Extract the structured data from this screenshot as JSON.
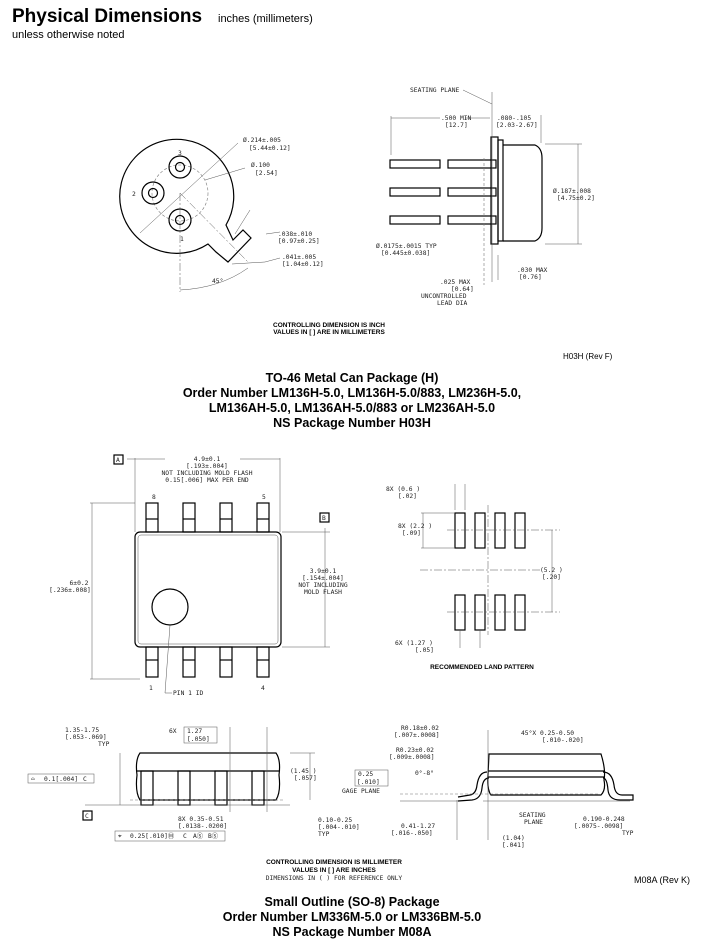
{
  "header": {
    "title": "Physical Dimensions",
    "units": "inches (millimeters)",
    "note": "unless otherwise noted"
  },
  "to46": {
    "pins": [
      "1",
      "2",
      "3"
    ],
    "dims": {
      "body_dia": [
        "Ø.214±.005",
        "[5.44±0.12]"
      ],
      "pin_circle": [
        "Ø.100",
        "[2.54]"
      ],
      "tab_width": [
        ".038±.010",
        "[0.97±0.25]"
      ],
      "tab_length": [
        ".041±.005",
        "[1.04±0.12]"
      ],
      "angle": "45°",
      "seating_plane": "SEATING PLANE",
      "lead_len": [
        ".500 MIN",
        "[12.7]"
      ],
      "height": [
        ".080-.105",
        "[2.03-2.67]"
      ],
      "can_dia": [
        "Ø.187±.008",
        "[4.75±0.2]"
      ],
      "lead_dia": [
        "Ø.0175±.0015  TYP",
        "[0.445±0.038]"
      ],
      "uncontrolled": [
        ".025 MAX",
        "[0.64]",
        "UNCONTROLLED",
        "LEAD DIA"
      ],
      "flange": [
        ".030 MAX",
        "[0.76]"
      ]
    },
    "controlling": [
      "CONTROLLING DIMENSION IS INCH",
      "VALUES IN [ ] ARE IN MILLIMETERS"
    ],
    "rev": "H03H (Rev F)",
    "caption": [
      "TO-46 Metal Can Package (H)",
      "Order Number LM136H-5.0, LM136H-5.0/883, LM236H-5.0,",
      "LM136AH-5.0, LM136AH-5.0/883 or LM236AH-5.0",
      "NS Package Number H03H"
    ]
  },
  "so8": {
    "datum_a": "A",
    "datum_b": "B",
    "datum_c": "C",
    "pins": [
      "8",
      "5",
      "1",
      "4"
    ],
    "pin1": "PIN 1 ID",
    "length": [
      "4.9±0.1",
      "[.193±.004]",
      "NOT INCLUDING MOLD FLASH",
      "0.15[.006] MAX PER END"
    ],
    "width": [
      "3.9±0.1",
      "[.154±.004]",
      "NOT INCLUDING",
      "MOLD FLASH"
    ],
    "overall": [
      "6±0.2",
      "[.236±.008]"
    ],
    "land": {
      "pad_w": [
        "8X (0.6  )",
        "[.02]"
      ],
      "pad_l": [
        "8X (2.2  )",
        "[.09]"
      ],
      "span": [
        "(5.2  )",
        "[.20]"
      ],
      "pitch": [
        "6X (1.27 )",
        "[.05]"
      ],
      "title": "RECOMMENDED LAND PATTERN"
    },
    "side": {
      "height": [
        "1.35-1.75",
        "[.053-.069]",
        "TYP"
      ],
      "pitch_label": "6X",
      "pitch": [
        "1.27",
        "[.050]"
      ],
      "coplanarity": [
        "0.1[.004]",
        "C"
      ],
      "body_h": [
        "(1.45  )",
        "[.057]"
      ],
      "standoff": [
        "0.10-0.25",
        "[.004-.010]",
        "TYP"
      ],
      "lead_w": [
        "8X 0.35-0.51",
        "[.0138-.0200]"
      ],
      "position": [
        "0.25[.010]Ⓜ",
        "C",
        "AⓈ",
        "BⓈ"
      ]
    },
    "gull": {
      "r1": [
        "R0.18±0.02",
        "[.007±.0008]"
      ],
      "r2": [
        "R0.23±0.02",
        "[.009±.0008]"
      ],
      "chamfer": [
        "45°X 0.25-0.50",
        "[.010-.020]"
      ],
      "gage": [
        "0.25",
        "[.010]",
        "GAGE PLANE"
      ],
      "angle": "0°-8°",
      "seating": [
        "SEATING",
        "PLANE"
      ],
      "foot": [
        "0.41-1.27",
        "[.016-.050]"
      ],
      "foot_ref": [
        "(1.04)",
        "[.041]"
      ],
      "thick": [
        "0.190-0.248",
        "[.0075-.0098]",
        "TYP"
      ]
    },
    "controlling": [
      "CONTROLLING DIMENSION IS MILLIMETER",
      "VALUES IN [ ] ARE INCHES",
      "DIMENSIONS IN ( ) FOR REFERENCE ONLY"
    ],
    "rev": "M08A (Rev K)",
    "caption": [
      "Small Outline (SO-8) Package",
      "Order Number LM336M-5.0 or LM336BM-5.0",
      "NS Package Number M08A"
    ]
  }
}
